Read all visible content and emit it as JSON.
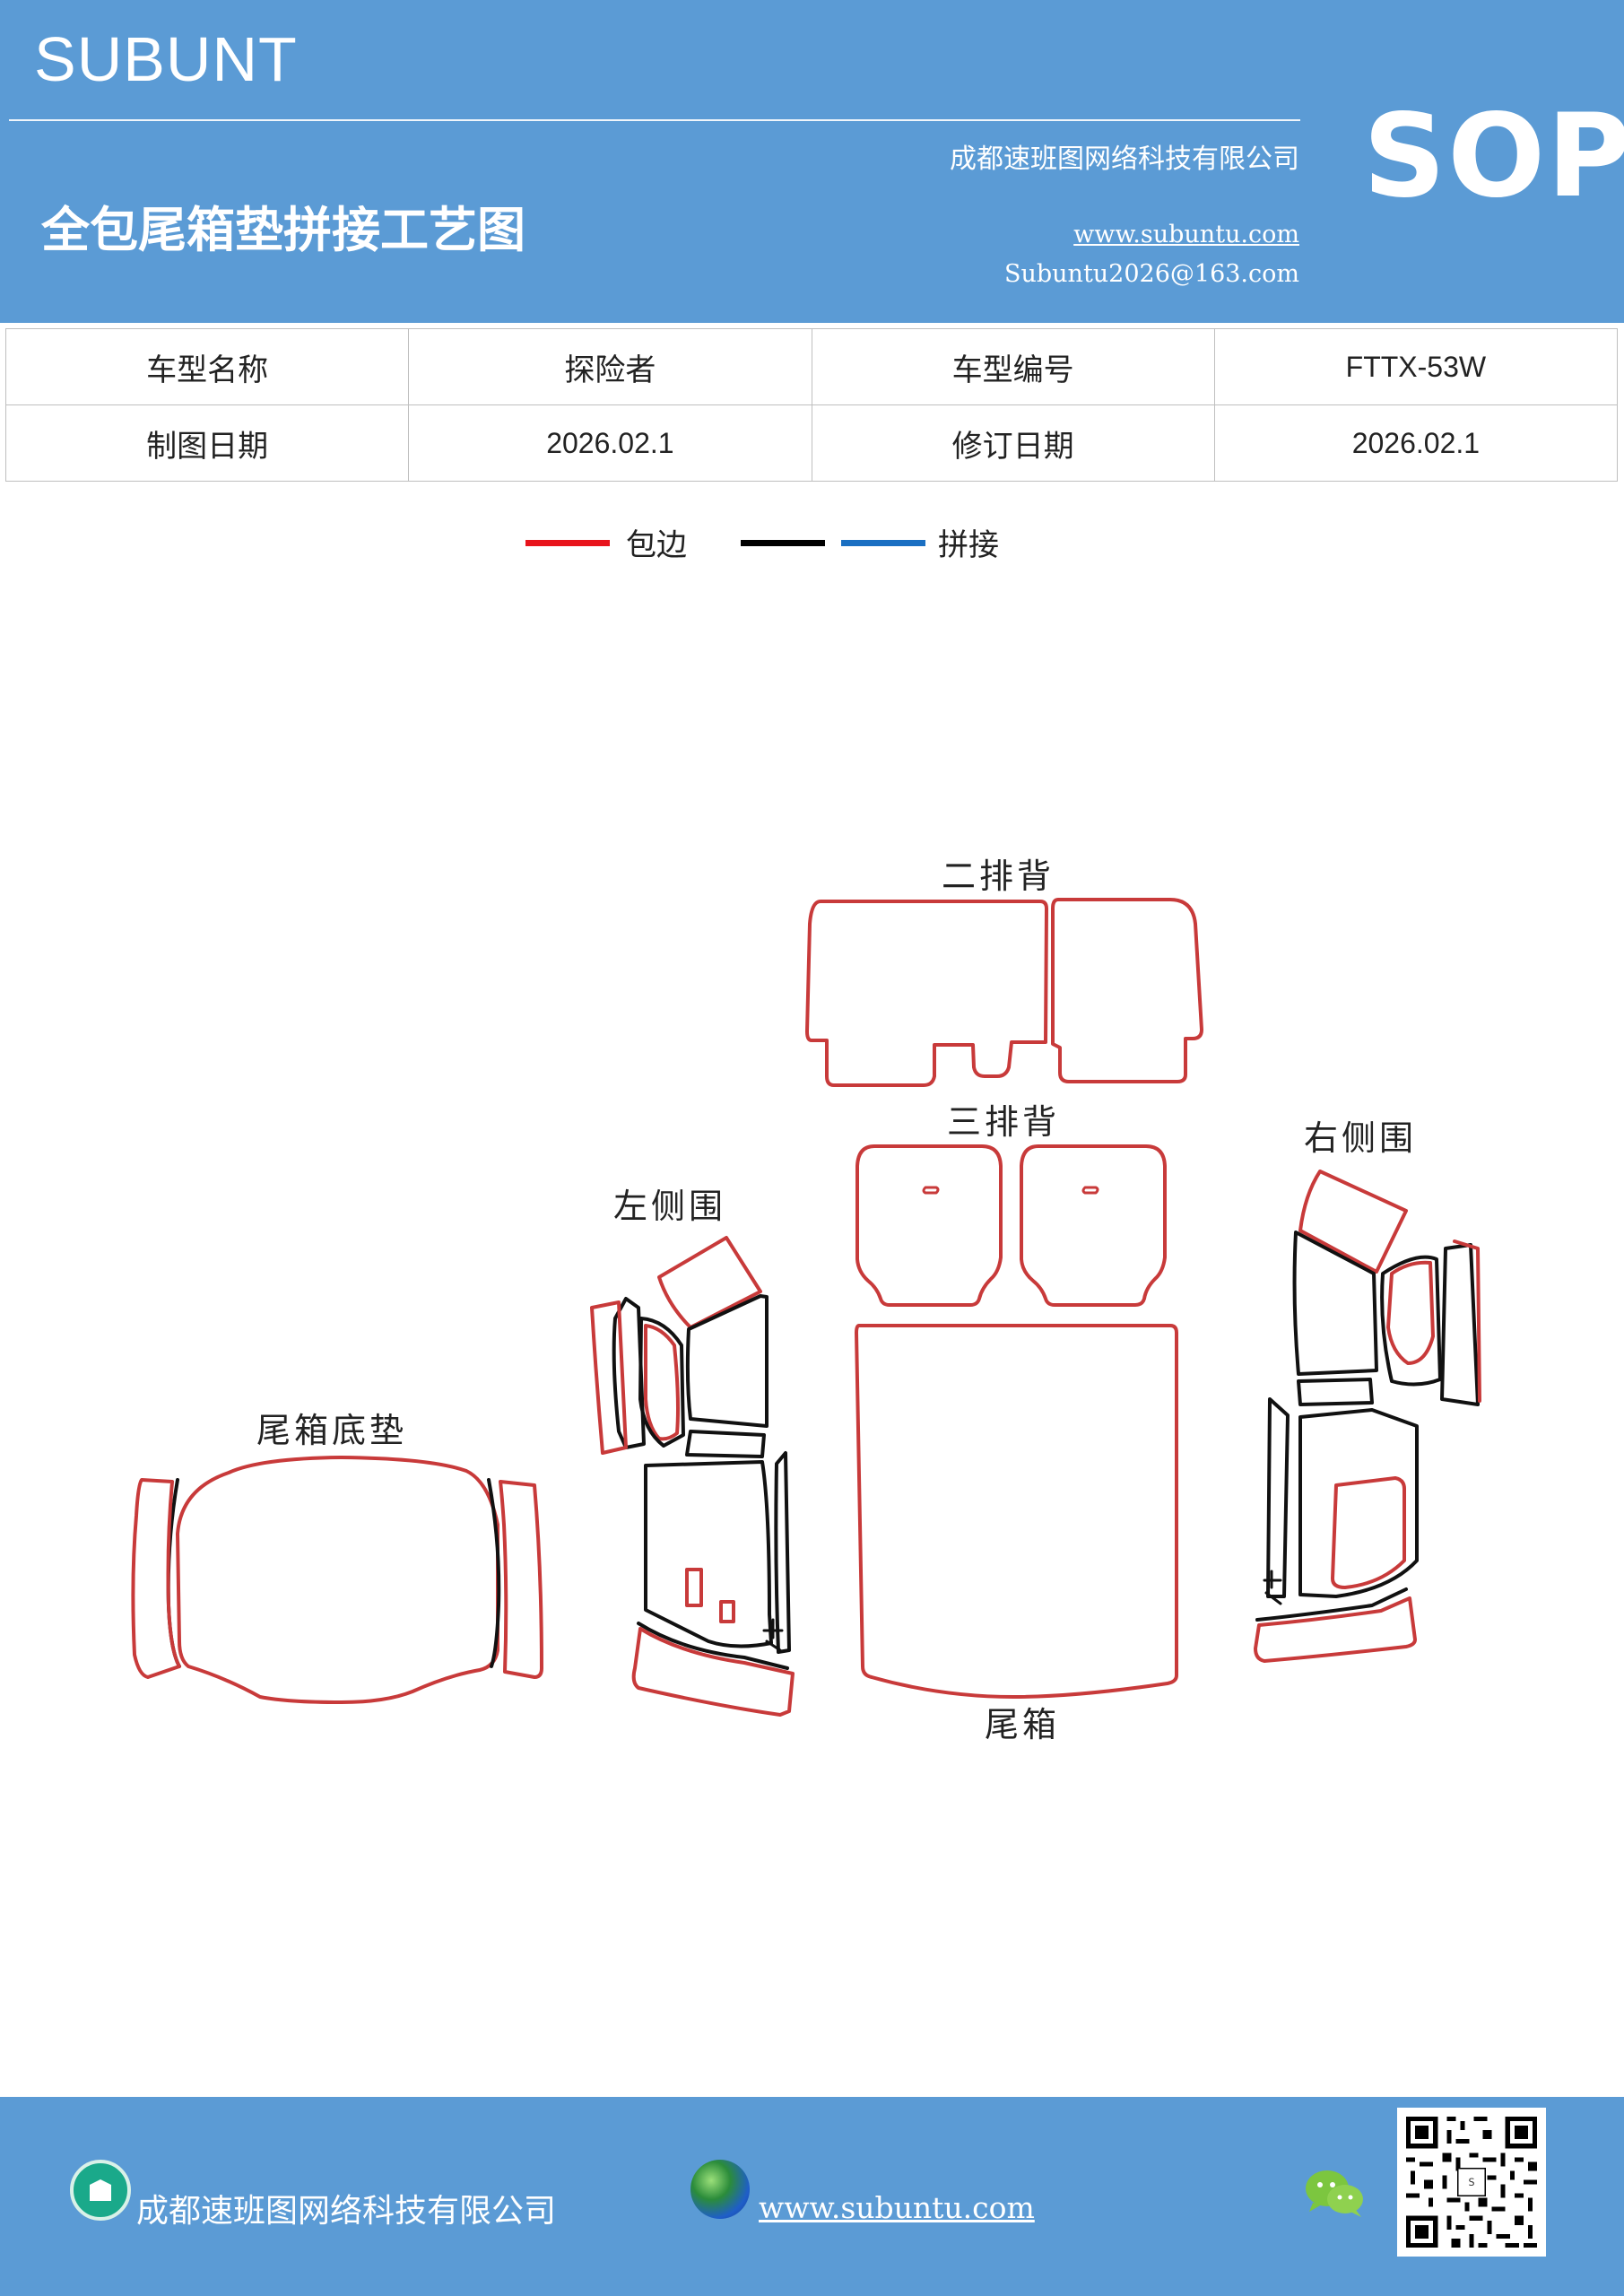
{
  "header": {
    "brand": "SUBUNT",
    "badge": "SOP",
    "company": "成都速班图网络科技有限公司",
    "title": "全包尾箱垫拼接工艺图",
    "website": "www.subuntu.com",
    "email": "Subuntu2026@163.com"
  },
  "info_table": {
    "rows": [
      {
        "label1": "车型名称",
        "value1": "探险者",
        "label2": "车型编号",
        "value2": "FTTX-53W"
      },
      {
        "label1": "制图日期",
        "value1": "2026.02.1",
        "label2": "修订日期",
        "value2": "2026.02.1"
      }
    ]
  },
  "legend": {
    "items": [
      {
        "label": "包边",
        "color": "#e8141c"
      },
      {
        "label": "",
        "color": "#000000"
      },
      {
        "label": "拼接",
        "color": "#1a6fc2"
      }
    ]
  },
  "diagram": {
    "labels": {
      "second_row_back": "二排背",
      "third_row_back": "三排背",
      "left_side": "左侧围",
      "right_side": "右侧围",
      "trunk_floor": "尾箱底垫",
      "trunk": "尾箱"
    },
    "edge_color": "#c83a3a",
    "seam_color": "#111111"
  },
  "footer": {
    "company": "成都速班图网络科技有限公司",
    "website": "www.subuntu.com",
    "icons": [
      "building-icon",
      "globe-icon",
      "wechat-icon",
      "qr-code"
    ]
  }
}
